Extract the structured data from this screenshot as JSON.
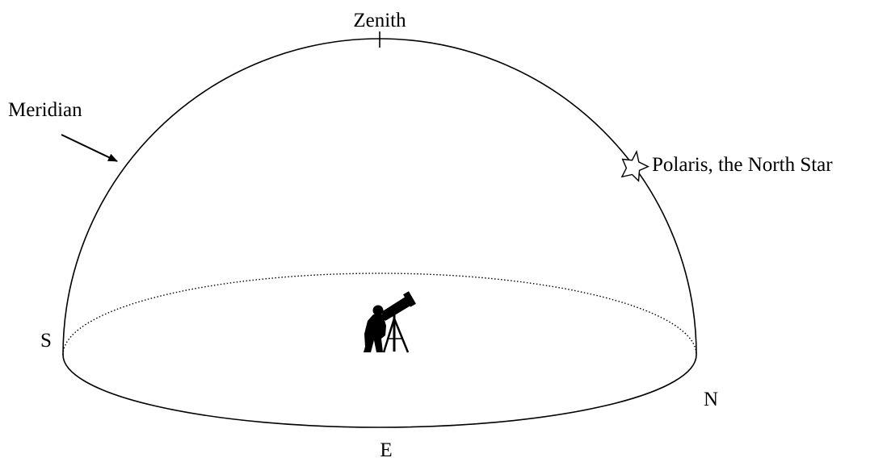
{
  "labels": {
    "zenith": "Zenith",
    "meridian": "Meridian",
    "polaris": "Polaris, the North Star",
    "south": "S",
    "north": "N",
    "east": "E"
  },
  "colors": {
    "stroke": "#000000",
    "background": "#ffffff"
  }
}
